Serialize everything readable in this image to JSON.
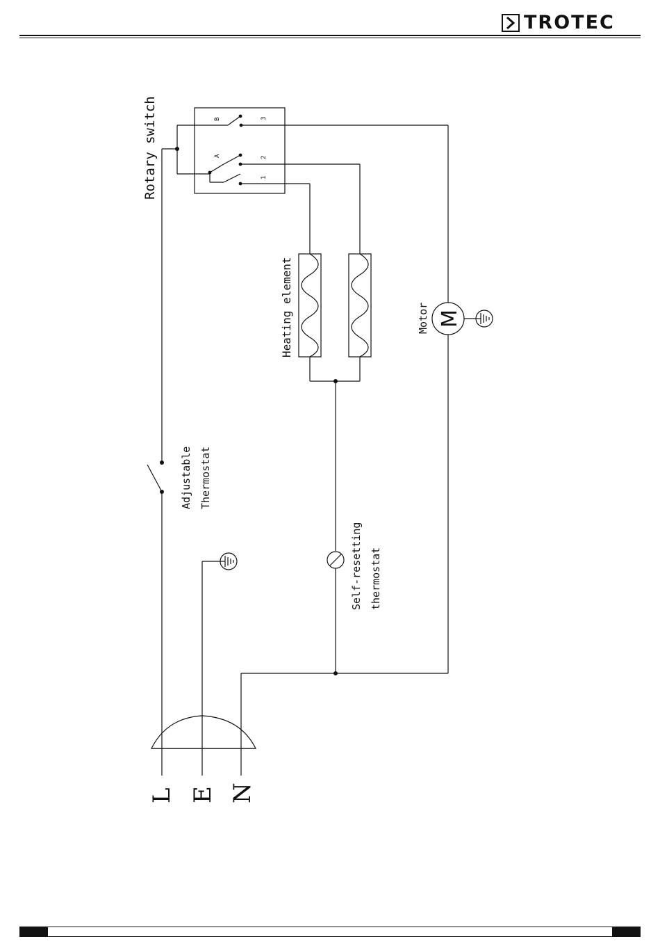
{
  "header": {
    "brand": "TROTEC"
  },
  "diagram": {
    "labels": {
      "rotary_switch": "Rotary switch",
      "switch_b": "B",
      "switch_a": "A",
      "contact_1": "1",
      "contact_2": "2",
      "contact_3": "3",
      "heating_element": "Heating element",
      "motor": "Motor",
      "motor_symbol": "M",
      "adjustable_thermostat_line1": "Adjustable",
      "adjustable_thermostat_line2": "Thermostat",
      "self_resetting_line1": "Self-resetting",
      "self_resetting_line2": "thermostat",
      "terminal_l": "L",
      "terminal_e": "E",
      "terminal_n": "N"
    }
  }
}
